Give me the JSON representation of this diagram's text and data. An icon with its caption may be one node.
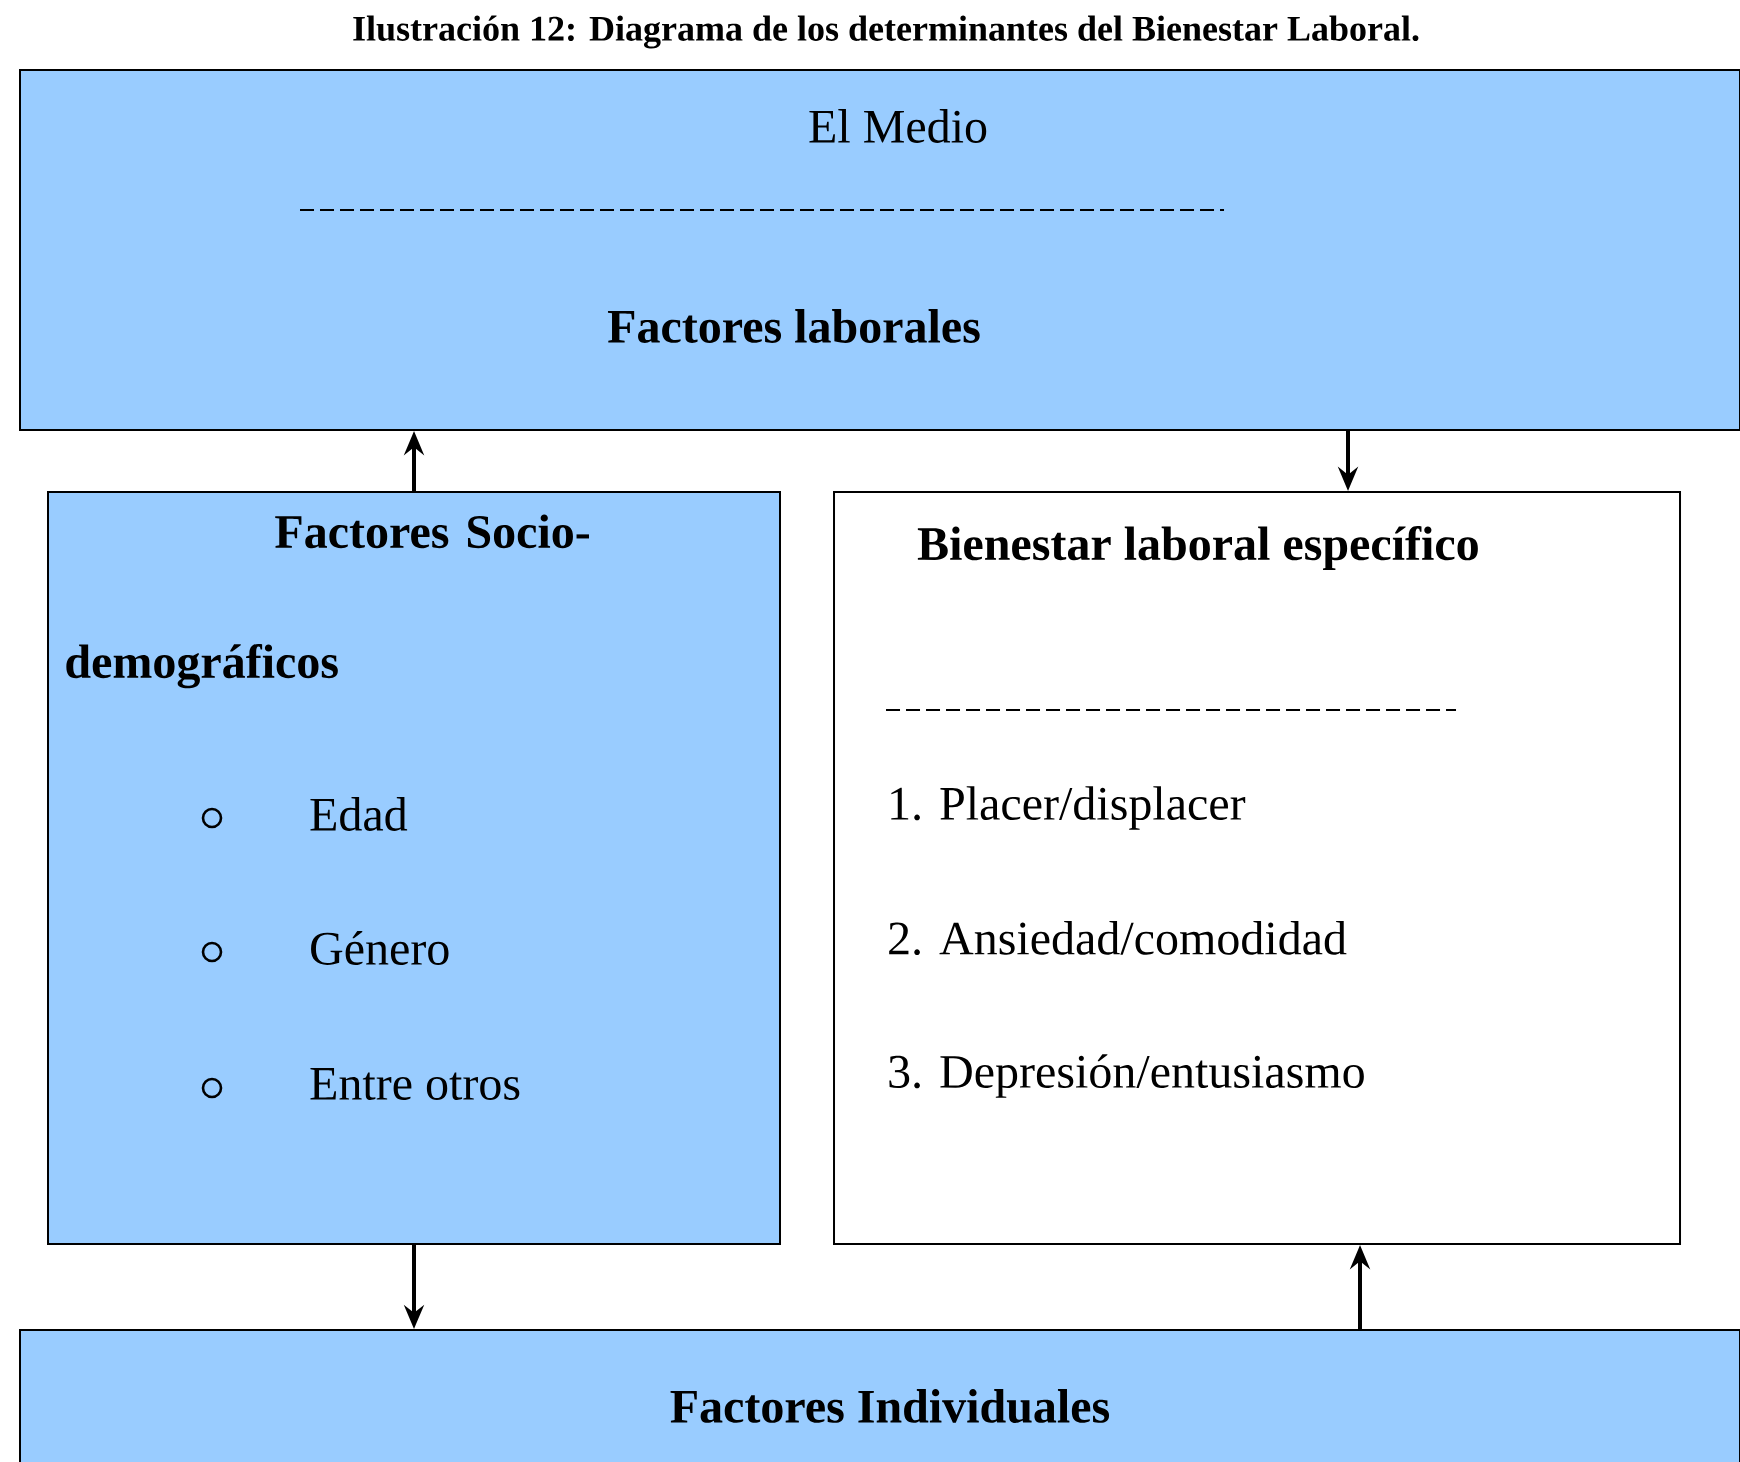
{
  "diagram": {
    "title": "Ilustración 12: Diagrama de los determinantes del Bienestar Laboral.",
    "nodes": [
      {
        "text": [
          "El Medio",
          "Factores laborales"
        ]
      },
      {
        "text": [
          "Factores Socio-demográficos",
          "Edad",
          "Género",
          "Entre otros"
        ]
      },
      {
        "text": [
          "Bienestar laboral específico",
          "1. Placer/displacer",
          "2. Ansiedad/comodidad",
          "3. Depresión/entusiasmo"
        ]
      },
      {
        "text": [
          "Factores Individuales"
        ]
      }
    ],
    "edges": [
      {
        "from": 1,
        "to": 0,
        "arrow": "to"
      },
      {
        "from": 0,
        "to": 2,
        "arrow": "to"
      },
      {
        "from": 1,
        "to": 3,
        "arrow": "to"
      },
      {
        "from": 3,
        "to": 2,
        "arrow": "to"
      }
    ]
  }
}
